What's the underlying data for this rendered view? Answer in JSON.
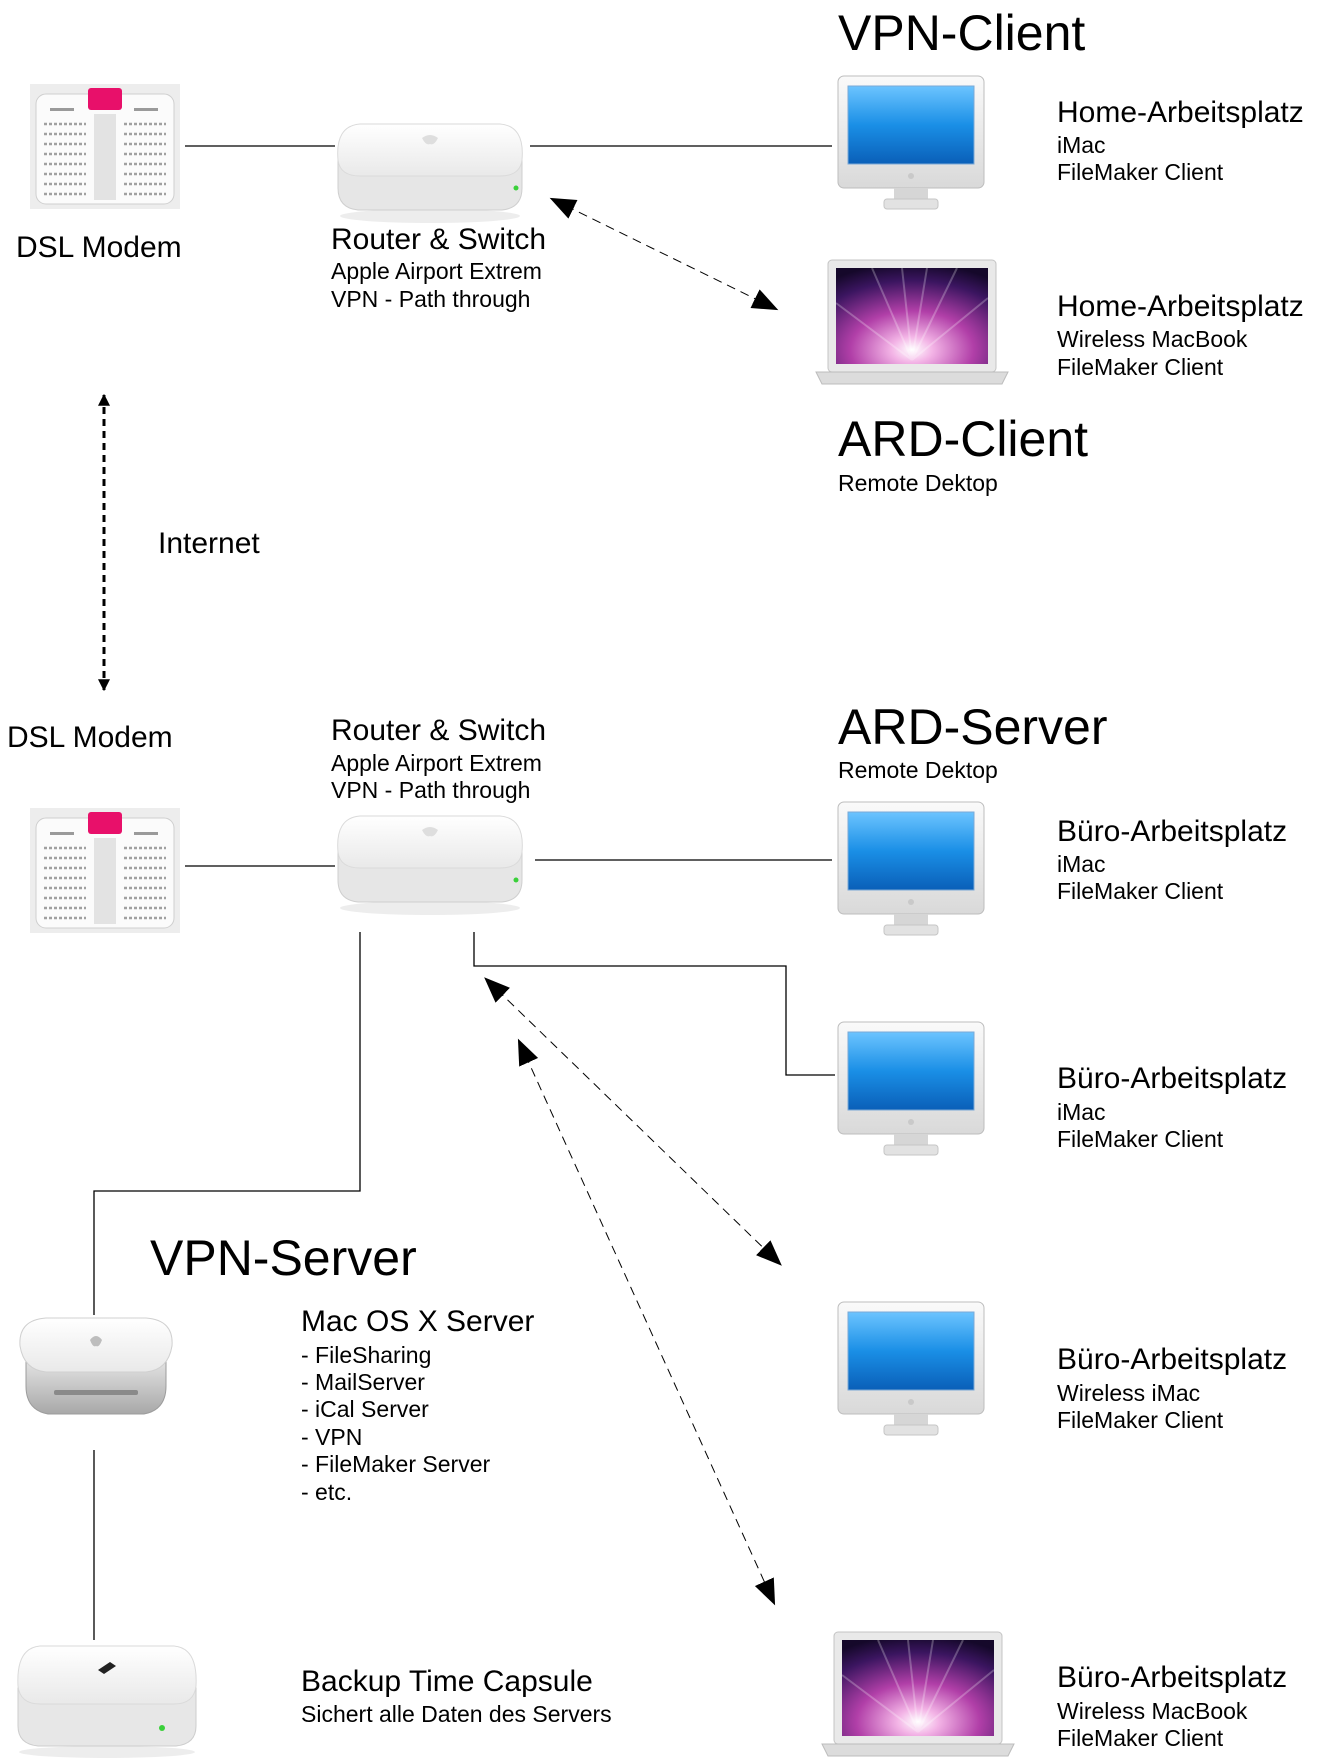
{
  "top": {
    "vpn_client_heading": "VPN-Client",
    "modem_label": "DSL Modem",
    "router": {
      "title": "Router & Switch",
      "lines": [
        "Apple Airport Extrem",
        "VPN - Path through"
      ]
    },
    "home_imac": {
      "title": "Home-Arbeitsplatz",
      "lines": [
        "iMac",
        "FileMaker Client"
      ]
    },
    "home_macbook": {
      "title": "Home-Arbeitsplatz",
      "lines": [
        "Wireless MacBook",
        "FileMaker Client"
      ]
    },
    "ard_client": {
      "title": "ARD-Client",
      "subtitle": "Remote Dektop"
    }
  },
  "internet_label": "Internet",
  "bottom": {
    "modem_label": "DSL Modem",
    "router": {
      "title": "Router & Switch",
      "lines": [
        "Apple Airport Extrem",
        "VPN - Path through"
      ]
    },
    "ard_server": {
      "title": "ARD-Server",
      "subtitle": "Remote Dektop"
    },
    "office_1": {
      "title": "Büro-Arbeitsplatz",
      "lines": [
        "iMac",
        "FileMaker Client"
      ]
    },
    "office_2": {
      "title": "Büro-Arbeitsplatz",
      "lines": [
        "iMac",
        "FileMaker Client"
      ]
    },
    "office_3": {
      "title": "Büro-Arbeitsplatz",
      "lines": [
        "Wireless iMac",
        "FileMaker Client"
      ]
    },
    "office_4": {
      "title": "Büro-Arbeitsplatz",
      "lines": [
        "Wireless MacBook",
        "FileMaker Client"
      ]
    },
    "vpn_server_heading": "VPN-Server",
    "mac_server": {
      "title": "Mac OS X Server",
      "lines": [
        "- FileSharing",
        "- MailServer",
        "- iCal Server",
        "- VPN",
        "- FileMaker Server",
        "- etc."
      ]
    },
    "time_capsule": {
      "title": "Backup Time Capsule",
      "subtitle": "Sichert alle Daten des Servers"
    }
  },
  "colors": {
    "screen_blue": "#1a8fe6",
    "device_white": "#f2f2f2",
    "modem_red": "#e8106a",
    "line": "#000000"
  }
}
